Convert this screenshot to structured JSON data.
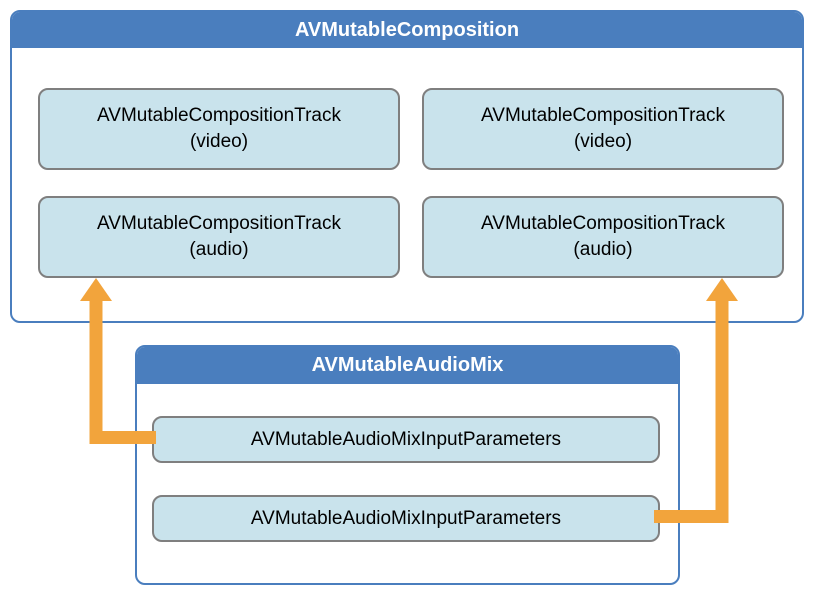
{
  "composition": {
    "title": "AVMutableComposition",
    "tracks": [
      {
        "name": "AVMutableCompositionTrack",
        "kind": "(video)"
      },
      {
        "name": "AVMutableCompositionTrack",
        "kind": "(video)"
      },
      {
        "name": "AVMutableCompositionTrack",
        "kind": "(audio)"
      },
      {
        "name": "AVMutableCompositionTrack",
        "kind": "(audio)"
      }
    ]
  },
  "audioMix": {
    "title": "AVMutableAudioMix",
    "inputs": [
      {
        "label": "AVMutableAudioMixInputParameters"
      },
      {
        "label": "AVMutableAudioMixInputParameters"
      }
    ]
  },
  "colors": {
    "header_blue": "#4A7EBE",
    "container_border": "#4A7EBE",
    "track_fill": "#C9E3EC",
    "track_border": "#7F7F7F",
    "arrow_orange": "#F2A43C",
    "title_text": "#FFFFFF",
    "body_text": "#000000"
  }
}
